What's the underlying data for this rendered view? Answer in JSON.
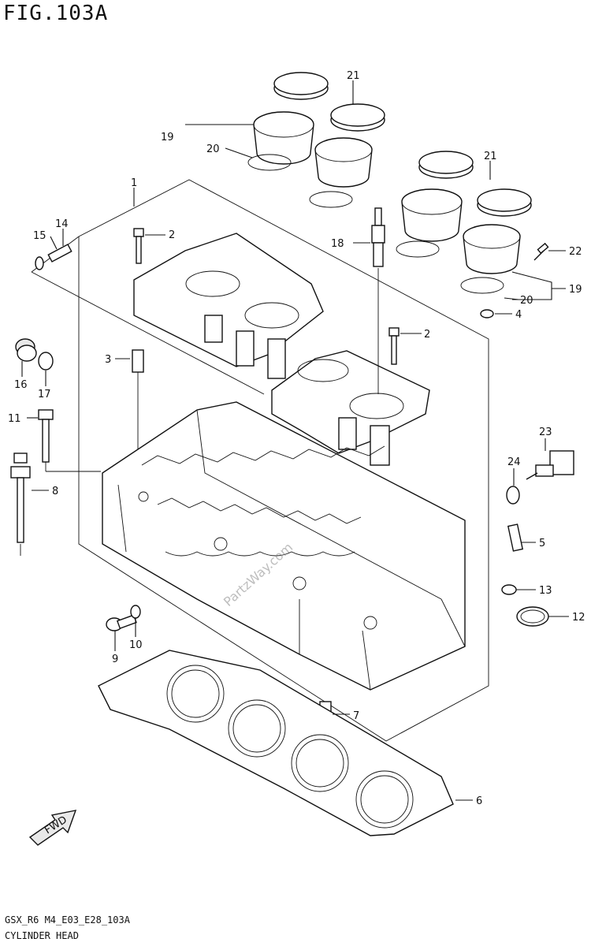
{
  "figure": {
    "title": "FIG.103A",
    "footer_code": "GSX_R6 M4_E03_E28_103A",
    "footer_name": "CYLINDER HEAD"
  },
  "watermark": "PartzWay.com",
  "fwd_label": "FWD",
  "callouts": {
    "c1": "1",
    "c2a": "2",
    "c2b": "2",
    "c3": "3",
    "c4": "4",
    "c5": "5",
    "c6": "6",
    "c7": "7",
    "c8": "8",
    "c9": "9",
    "c10": "10",
    "c11": "11",
    "c12": "12",
    "c13": "13",
    "c14": "14",
    "c15": "15",
    "c16": "16",
    "c17": "17",
    "c18": "18",
    "c19a": "19",
    "c19b": "19",
    "c20a": "20",
    "c20b": "20",
    "c21a": "21",
    "c21b": "21",
    "c22": "22",
    "c23": "23",
    "c24": "24"
  }
}
